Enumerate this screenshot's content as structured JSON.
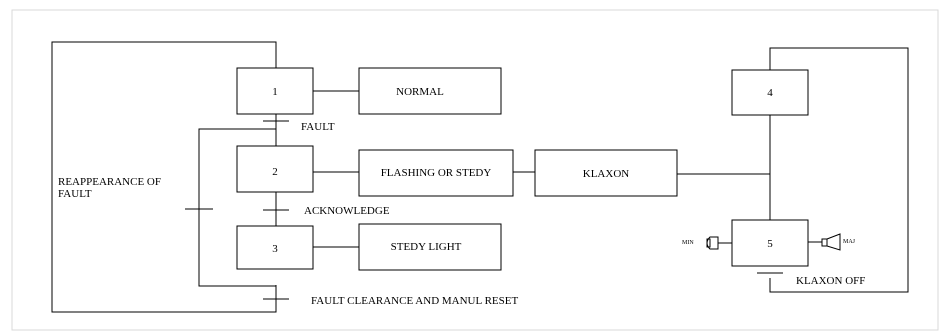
{
  "steps": {
    "s1": "1",
    "s2": "2",
    "s3": "3",
    "s4": "4",
    "s5": "5"
  },
  "actions": {
    "normal": "NORMAL",
    "flashing": "FLASHING OR STEDY",
    "klaxon": "KLAXON",
    "stedy_light": "STEDY LIGHT"
  },
  "transitions": {
    "fault": "FAULT",
    "acknowledge": "ACKNOWLEDGE",
    "reappearance_line1": "REAPPEARANCE OF",
    "reappearance_line2": "FAULT",
    "fault_clearance": "FAULT CLEARANCE AND MANUL RESET",
    "klaxon_off": "KLAXON OFF"
  },
  "icons": {
    "min_label": "MIN",
    "maj_label": "MAJ",
    "min_icon": "horn-min-icon",
    "maj_icon": "horn-maj-icon"
  }
}
